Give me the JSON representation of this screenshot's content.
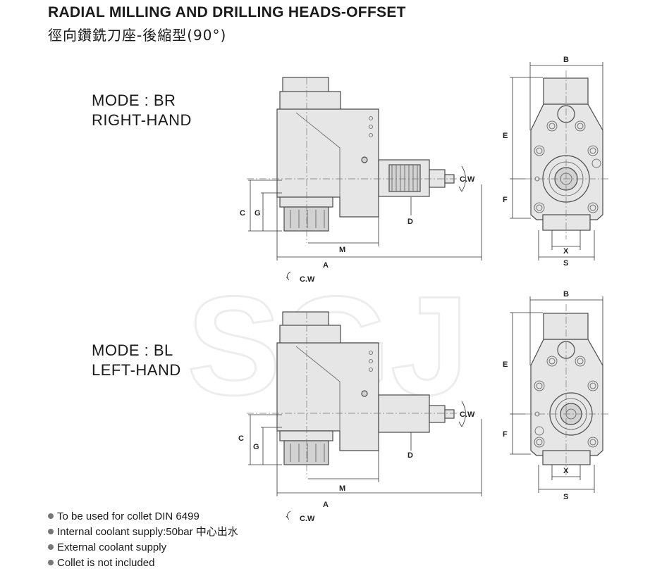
{
  "header": {
    "title": "RADIAL MILLING AND DRILLING HEADS-OFFSET",
    "subtitle": "徑向鑽銑刀座-後縮型(90°)"
  },
  "modes": [
    {
      "line1": "MODE : BR",
      "line2": "RIGHT-HAND"
    },
    {
      "line1": "MODE : BL",
      "line2": "LEFT-HAND"
    }
  ],
  "watermark": "SGJ",
  "dims": {
    "A": "A",
    "B": "B",
    "C": "C",
    "D": "D",
    "E": "E",
    "F": "F",
    "G": "G",
    "M": "M",
    "S": "S",
    "X": "X",
    "cw": "C.W"
  },
  "notes": [
    "To be used for collet DIN 6499",
    "Internal coolant supply:50bar 中心出水",
    "External coolant supply",
    "Collet is not included"
  ]
}
